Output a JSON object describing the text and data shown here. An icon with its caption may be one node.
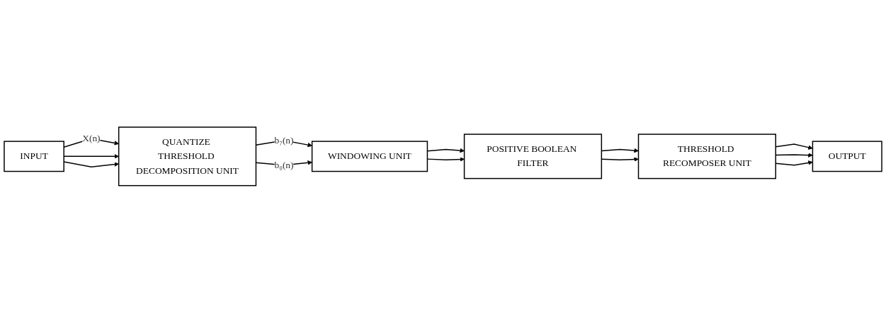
{
  "diagram": {
    "nodes": [
      {
        "text": [
          "INPUT"
        ]
      },
      {
        "text": [
          "QUANTIZE THRESHOLD DECOMPOSITION UNIT"
        ]
      },
      {
        "text": [
          "WINDOWING UNIT"
        ]
      },
      {
        "text": [
          "POSITIVE BOOLEAN FILTER"
        ]
      },
      {
        "text": [
          "THRESHOLD RECOMPOSER UNIT"
        ]
      },
      {
        "text": [
          "OUTPUT"
        ]
      }
    ],
    "edges": [
      {
        "from": 0,
        "to": 1,
        "arrow": "to",
        "label": "X(n)"
      },
      {
        "from": 0,
        "to": 1,
        "arrow": "to"
      },
      {
        "from": 0,
        "to": 1,
        "arrow": "to"
      },
      {
        "from": 1,
        "to": 2,
        "arrow": "to",
        "label": "b₇(n)"
      },
      {
        "from": 1,
        "to": 2,
        "arrow": "to",
        "label": "b₀(n)"
      },
      {
        "from": 2,
        "to": 3,
        "arrow": "to"
      },
      {
        "from": 2,
        "to": 3,
        "arrow": "to"
      },
      {
        "from": 3,
        "to": 4,
        "arrow": "to"
      },
      {
        "from": 3,
        "to": 4,
        "arrow": "to"
      },
      {
        "from": 4,
        "to": 5,
        "arrow": "to"
      },
      {
        "from": 4,
        "to": 5,
        "arrow": "to"
      },
      {
        "from": 4,
        "to": 5,
        "arrow": "to"
      }
    ]
  }
}
